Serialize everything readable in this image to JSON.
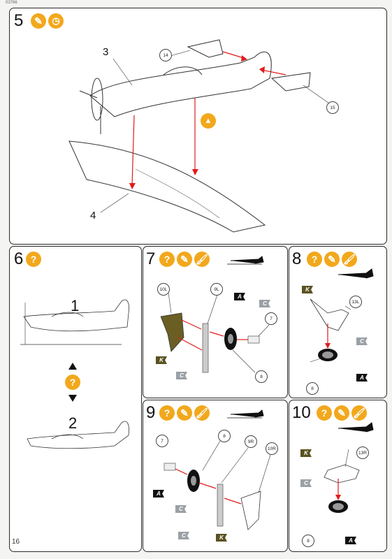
{
  "header": {
    "code": "03766"
  },
  "footer": {
    "page_number": "16"
  },
  "icons": {
    "question": "?",
    "glue_icon": "glue-brush-icon",
    "clock_icon": "clock-icon",
    "paint_icon": "paint-brush-icon",
    "silhouette_icon": "aircraft-silhouette-icon"
  },
  "steps": [
    {
      "number": "5",
      "callouts": [
        "14",
        "15"
      ],
      "labels": [
        "3",
        "4"
      ]
    },
    {
      "number": "6",
      "options": [
        "1",
        "2"
      ]
    },
    {
      "number": "7",
      "callouts": [
        "10L",
        "9L",
        "7",
        "8"
      ],
      "tags": [
        "A",
        "C",
        "K",
        "C"
      ]
    },
    {
      "number": "8",
      "callouts": [
        "13L",
        "8"
      ],
      "tags": [
        "K",
        "C",
        "A"
      ]
    },
    {
      "number": "9",
      "callouts": [
        "7",
        "8",
        "9R",
        "10R"
      ],
      "tags": [
        "A",
        "C",
        "C",
        "K"
      ]
    },
    {
      "number": "10",
      "callouts": [
        "13R",
        "8"
      ],
      "tags": [
        "K",
        "C",
        "A"
      ]
    }
  ]
}
